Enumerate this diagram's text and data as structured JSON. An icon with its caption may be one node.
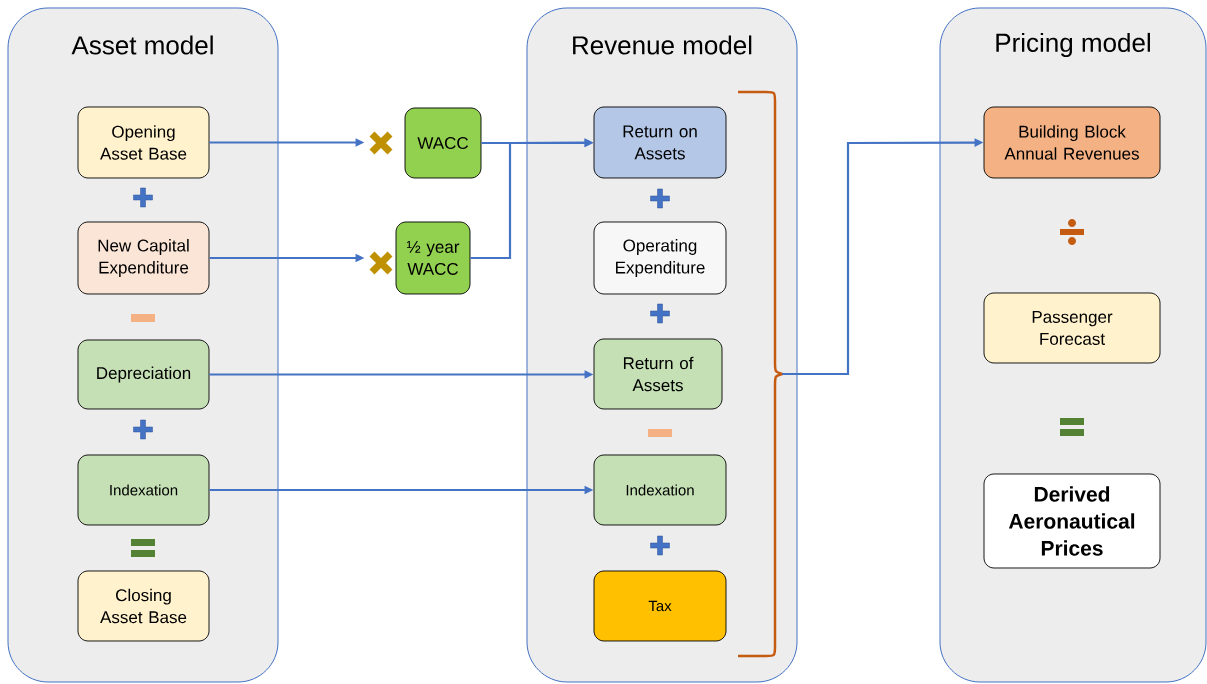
{
  "diagram": {
    "nodes": [
      {
        "text": [
          "Asset model"
        ]
      },
      {
        "text": [
          "Opening Asset Base"
        ],
        "in": 0
      },
      {
        "text": [
          "New Capital Expenditure"
        ],
        "in": 0
      },
      {
        "text": [
          "Depreciation"
        ],
        "in": 0
      },
      {
        "text": [
          "Indexation"
        ],
        "in": 0
      },
      {
        "text": [
          "Closing Asset Base"
        ],
        "in": 0
      },
      {
        "text": [
          "WACC"
        ]
      },
      {
        "text": [
          "½ year WACC"
        ]
      },
      {
        "text": [
          "Revenue model"
        ]
      },
      {
        "text": [
          "Return on Assets"
        ],
        "in": 8
      },
      {
        "text": [
          "Operating Expenditure"
        ],
        "in": 8
      },
      {
        "text": [
          "Return of Assets"
        ],
        "in": 8
      },
      {
        "text": [
          "Indexation"
        ],
        "in": 8
      },
      {
        "text": [
          "Tax"
        ],
        "in": 8
      },
      {
        "text": [],
        "shape": "bracket",
        "in": 8
      },
      {
        "text": [
          "Pricing model"
        ]
      },
      {
        "text": [
          "Building Block Annual Revenues"
        ],
        "in": 15
      },
      {
        "text": [
          "Passenger Forecast"
        ],
        "in": 15
      },
      {
        "text": [
          "Derived Aeronautical Prices"
        ],
        "in": 15
      }
    ],
    "edges": [
      {
        "from": 1,
        "to": 6,
        "arrow": "to"
      },
      {
        "from": 2,
        "to": 7,
        "arrow": "to"
      },
      {
        "from": 6,
        "to": 9,
        "arrow": "to"
      },
      {
        "from": 7,
        "to": 9,
        "arrow": "to"
      },
      {
        "from": 3,
        "to": 11,
        "arrow": "to"
      },
      {
        "from": 4,
        "to": 12,
        "arrow": "to"
      },
      {
        "from": 14,
        "to": 16,
        "arrow": "to"
      }
    ]
  }
}
